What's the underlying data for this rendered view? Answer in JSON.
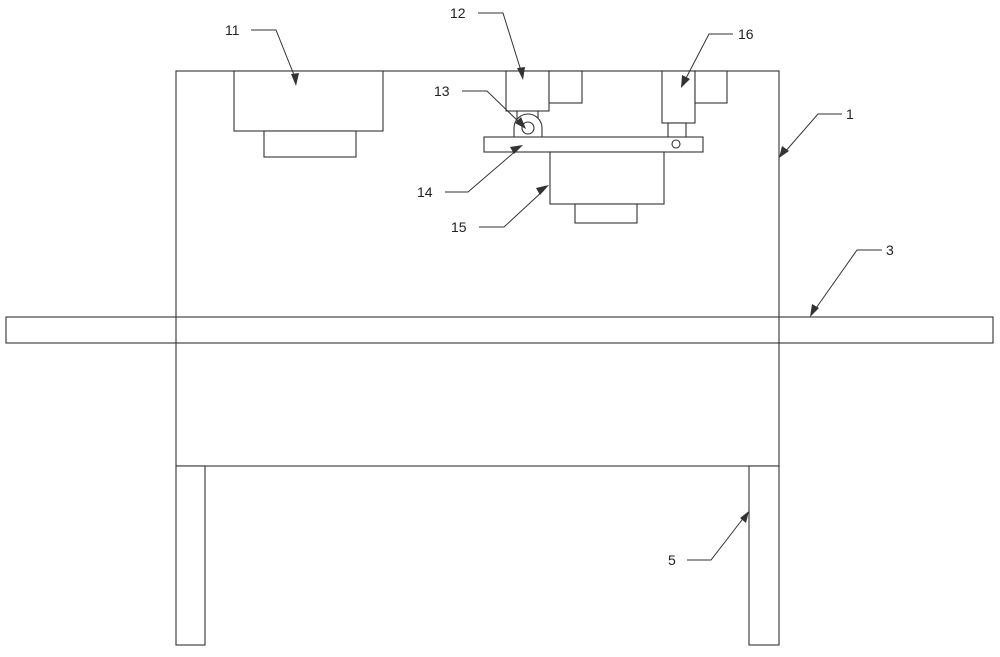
{
  "labels": {
    "frame": "1",
    "conveyor": "3",
    "leg": "5",
    "box_left": "11",
    "cylinder_a": "12",
    "hinge": "13",
    "plate": "14",
    "tool_unit": "15",
    "cylinder_b": "16"
  },
  "colors": {
    "line": "#333333",
    "background": "#ffffff"
  }
}
